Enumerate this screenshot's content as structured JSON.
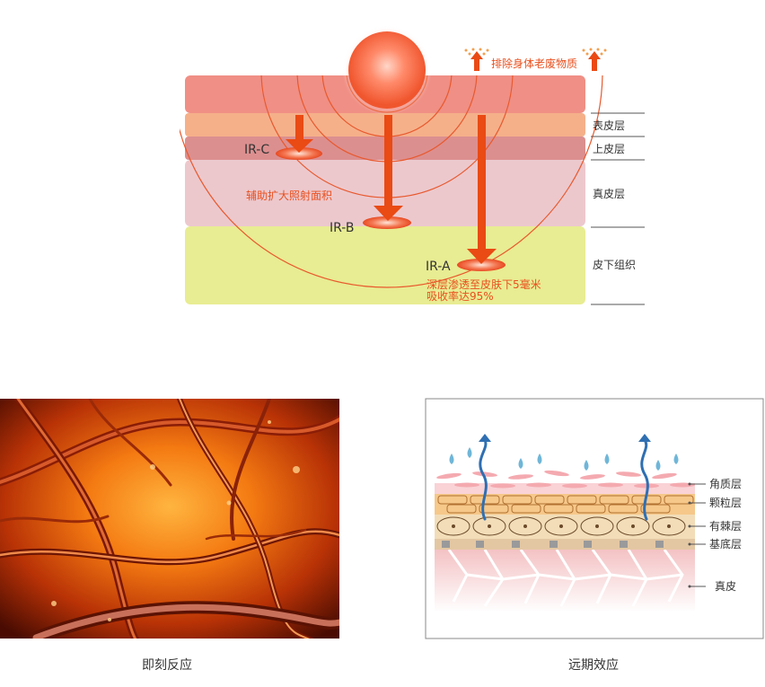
{
  "top_diagram": {
    "excretion_label": "排除身体老废物质",
    "layers": [
      {
        "label": "表皮层"
      },
      {
        "label": "上皮层"
      },
      {
        "label": "真皮层"
      },
      {
        "label": "皮下组织"
      }
    ],
    "rays": [
      {
        "name": "IR-C"
      },
      {
        "name": "IR-B"
      },
      {
        "name": "IR-A"
      }
    ],
    "ir_c_note": "辅助扩大照射面积",
    "ir_a_note_line1": "深层渗透至皮肤下5毫米",
    "ir_a_note_line2": "吸收率达95%",
    "colors": {
      "top_band": "#f08f85",
      "epidermis": "#f5b08a",
      "upper_layer": "#dc8f8f",
      "dermis": "#ecc8cd",
      "subcutaneous": "#e8ec92",
      "arrow": "#ea4a14",
      "text_orange": "#e9501f"
    }
  },
  "bottom_left": {
    "caption": "即刻反应"
  },
  "bottom_right": {
    "layers": [
      {
        "label": "角质层"
      },
      {
        "label": "颗粒层"
      },
      {
        "label": "有棘层"
      },
      {
        "label": "基底层"
      },
      {
        "label": "真皮"
      }
    ],
    "caption": "远期效应"
  }
}
